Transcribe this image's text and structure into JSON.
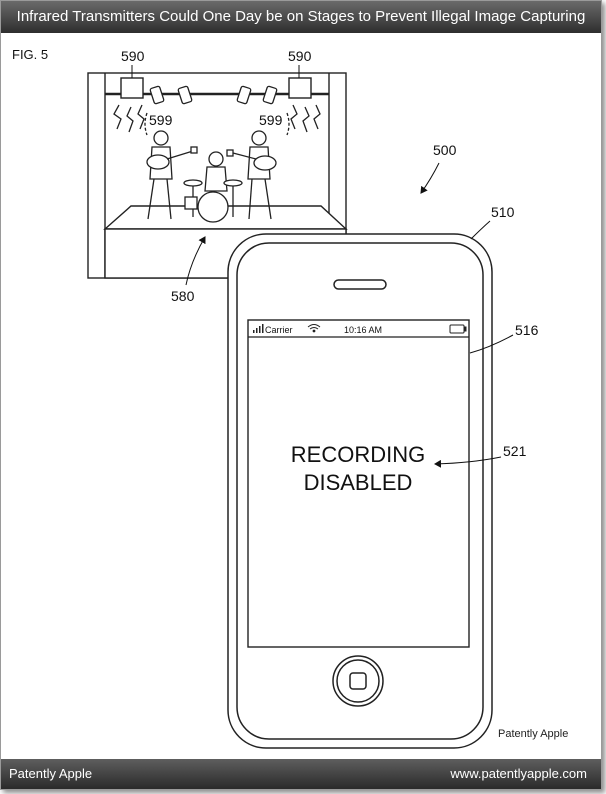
{
  "header": {
    "title": "Infrared Transmitters Could One Day be on Stages to Prevent Illegal Image Capturing"
  },
  "figure": {
    "label": "FIG. 5",
    "refs": {
      "transmitter_left": "590",
      "transmitter_right": "590",
      "ir_left": "599",
      "ir_right": "599",
      "stage": "580",
      "system": "500",
      "device": "510",
      "screen": "516",
      "message": "521"
    },
    "status_bar": {
      "carrier": "Carrier",
      "time": "10:16 AM"
    },
    "screen_message": {
      "line1": "RECORDING",
      "line2": "DISABLED"
    },
    "watermark": "Patently Apple"
  },
  "footer": {
    "left": "Patently Apple",
    "right": "www.patentlyapple.com"
  }
}
